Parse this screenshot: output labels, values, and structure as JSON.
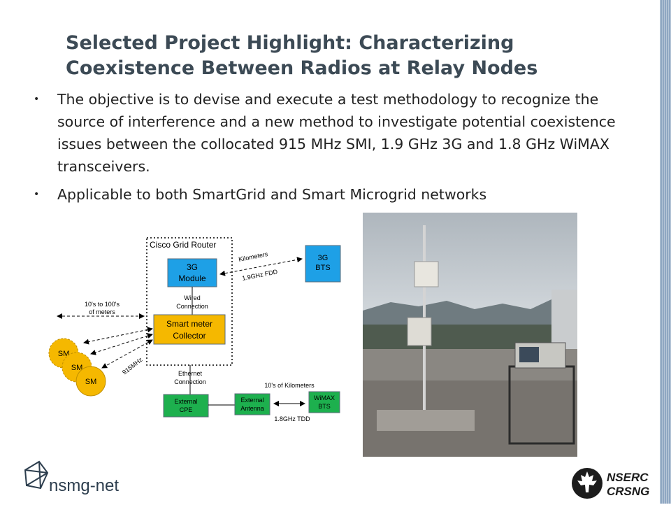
{
  "slide": {
    "title_line1": "Selected Project Highlight: Characterizing",
    "title_line2": "Coexistence Between Radios at Relay Nodes",
    "bullets": [
      "The objective is to devise and execute a test methodology to recognize the source of interference and a new method to investigate potential coexistence issues between the collocated 915 MHz SMI, 1.9 GHz 3G and 1.8 GHz WiMAX transceivers.",
      "Applicable to both SmartGrid and Smart Microgrid networks"
    ]
  },
  "diagram": {
    "router_label": "Cisco Grid Router",
    "module_3g_line1": "3G",
    "module_3g_line2": "Module",
    "bts_3g_line1": "3G",
    "bts_3g_line2": "BTS",
    "kilometers": "Kilometers",
    "freq_3g": "1.9GHz FDD",
    "wired_line1": "Wired",
    "wired_line2": "Connection",
    "collector_line1": "Smart meter",
    "collector_line2": "Collector",
    "distance_line1": "10's to 100's",
    "distance_line2": "of meters",
    "sm_label": "SM",
    "freq_sm": "915MHz",
    "ethernet_line1": "Ethernet",
    "ethernet_line2": "Connection",
    "tens_km": "10's of Kilometers",
    "cpe_line1": "External",
    "cpe_line2": "CPE",
    "antenna_line1": "External",
    "antenna_line2": "Antenna",
    "wimax_line1": "WiMAX",
    "wimax_line2": "BTS",
    "freq_wimax": "1.8GHz TDD"
  },
  "logos": {
    "left": "nsmg-net",
    "right_line1": "NSERC",
    "right_line2": "CRSNG"
  },
  "colors": {
    "module_blue": "#1ea0e6",
    "collector_yellow": "#f5b800",
    "box_green": "#1db04e",
    "title_color": "#3c4a55"
  }
}
